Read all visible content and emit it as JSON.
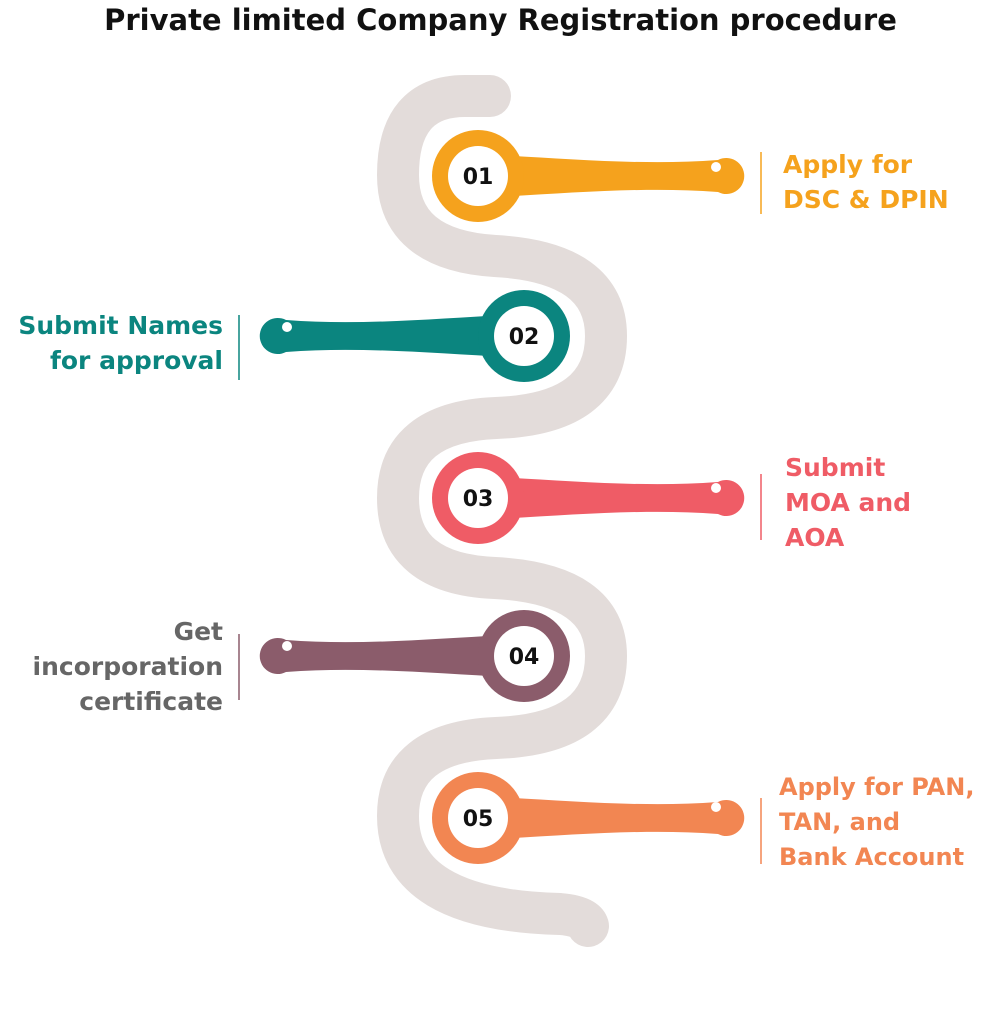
{
  "title": "Private limited Company Registration procedure",
  "colors": {
    "track": "#e3dcda",
    "step1": "#f5a21d",
    "step2": "#0b857f",
    "step3": "#ef5c66",
    "step4": "#8b5c6b",
    "step5": "#f28652",
    "label4": "#666666"
  },
  "steps": [
    {
      "number": "01",
      "lines": [
        "Apply for",
        "DSC & DPIN"
      ],
      "side": "right"
    },
    {
      "number": "02",
      "lines": [
        "Submit Names",
        "for approval"
      ],
      "side": "left"
    },
    {
      "number": "03",
      "lines": [
        "Submit",
        "MOA and",
        "AOA"
      ],
      "side": "right"
    },
    {
      "number": "04",
      "lines": [
        "Get",
        "incorporation",
        "certificate"
      ],
      "side": "left"
    },
    {
      "number": "05",
      "lines": [
        "Apply for PAN,",
        "TAN, and",
        "Bank Account"
      ],
      "side": "right"
    }
  ]
}
